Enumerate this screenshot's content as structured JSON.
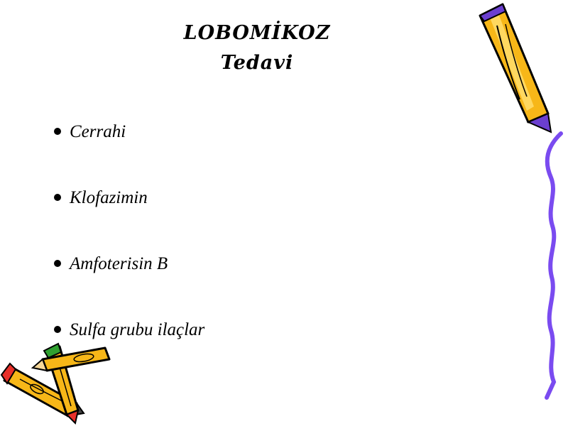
{
  "slide": {
    "title_line1": "LOBOMİKOZ",
    "title_line2": "Tedavi",
    "bullets": [
      {
        "text": "Cerrahi"
      },
      {
        "text": "Klofazimin"
      },
      {
        "text": "Amfoterisin B"
      },
      {
        "text": "Sulfa grubu ilaçlar"
      }
    ]
  },
  "colors": {
    "pencil_body": "#f7b718",
    "pencil_outline": "#000000",
    "pencil_tip_purple": "#6b3fd0",
    "squiggle": "#7a4bf0",
    "eraser_red": "#e8302a",
    "eraser_green": "#2fa030"
  }
}
